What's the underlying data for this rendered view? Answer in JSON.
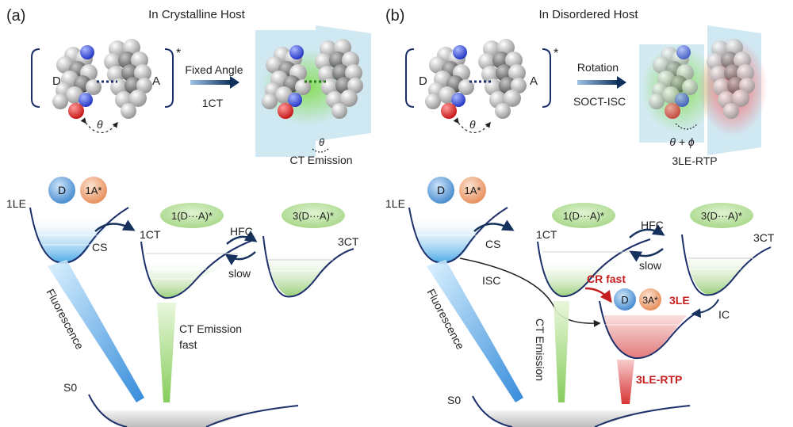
{
  "panel_a": {
    "label": "(a)",
    "title": "In Crystalline Host",
    "donor": "D",
    "acceptor": "A",
    "star": "*",
    "theta": "θ",
    "arrow_top": "Fixed Angle",
    "arrow_bottom": "1CT",
    "emission_caption": "CT Emission",
    "circle_d": "D",
    "circle_a": "1A*",
    "state_1le": "1LE",
    "state_1ct": "1CT",
    "state_3ct": "3CT",
    "ellipse_1": "1(D···A)*",
    "ellipse_3": "3(D···A)*",
    "cs": "CS",
    "hfc": "HFC",
    "slow": "slow",
    "fluorescence": "Fluorescence",
    "ct_emission": "CT Emission",
    "fast": "fast",
    "s0": "S0"
  },
  "panel_b": {
    "label": "(b)",
    "title": "In Disordered Host",
    "donor": "D",
    "acceptor": "A",
    "star": "*",
    "theta": "θ",
    "arrow_top": "Rotation",
    "arrow_bottom": "SOCT-ISC",
    "angle_caption": "θ + ϕ",
    "rtp_caption": "3LE-RTP",
    "circle_d": "D",
    "circle_a": "1A*",
    "state_1le": "1LE",
    "state_1ct": "1CT",
    "state_3ct": "3CT",
    "state_3le": "3LE",
    "ellipse_1": "1(D···A)*",
    "ellipse_3": "3(D···A)*",
    "cs": "CS",
    "hfc": "HFC",
    "slow": "slow",
    "isc": "ISC",
    "cr_fast": "CR fast",
    "ic": "IC",
    "small_d": "D",
    "small_a": "3A*",
    "fluorescence": "Fluorescence",
    "ct_emission": "CT Emission",
    "rtp": "3LE-RTP",
    "s0": "S0"
  },
  "colors": {
    "curve": "#1d2f6b",
    "arrow": "#17315e",
    "red": "#c41e1e",
    "blue_fill": "#5fb4e6",
    "green_fill": "#a8d48a",
    "red_fill": "#e89090",
    "donor_circle": "#4f96d4",
    "acceptor_circle": "#eb9a6c",
    "ellipse_green": "#a7d98b"
  }
}
